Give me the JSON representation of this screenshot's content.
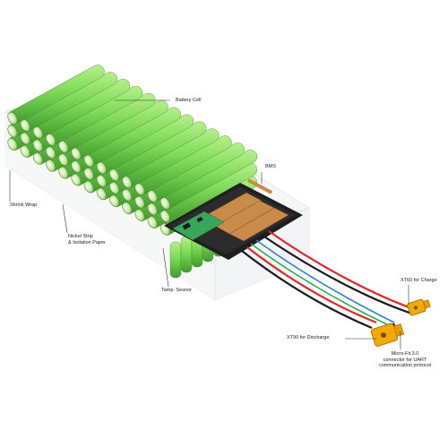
{
  "labels": {
    "battery_cell": "Battery Cell",
    "bms": "BMS",
    "shrink_wrap": "Shrink Wrap",
    "nickel_strip": "Nickel Strip\n& Isolation Paper",
    "temp_sensor": "Tamp. Sesnor",
    "xt60": "XT60 for Charge",
    "xt90": "XT90 for Discharge",
    "microfit": "Micro-Fit 3.0\nconnector for UART\ncommunication protocol"
  },
  "colors": {
    "cell_green": "#7ed957",
    "cell_dark": "#3f9a2c",
    "cell_light": "#b6f08c",
    "connector_yellow": "#f2a900",
    "wire_red": "#e3262a",
    "wire_black": "#1a1a1a",
    "wire_blue": "#2f7fd6",
    "wire_green": "#2fae4e"
  }
}
